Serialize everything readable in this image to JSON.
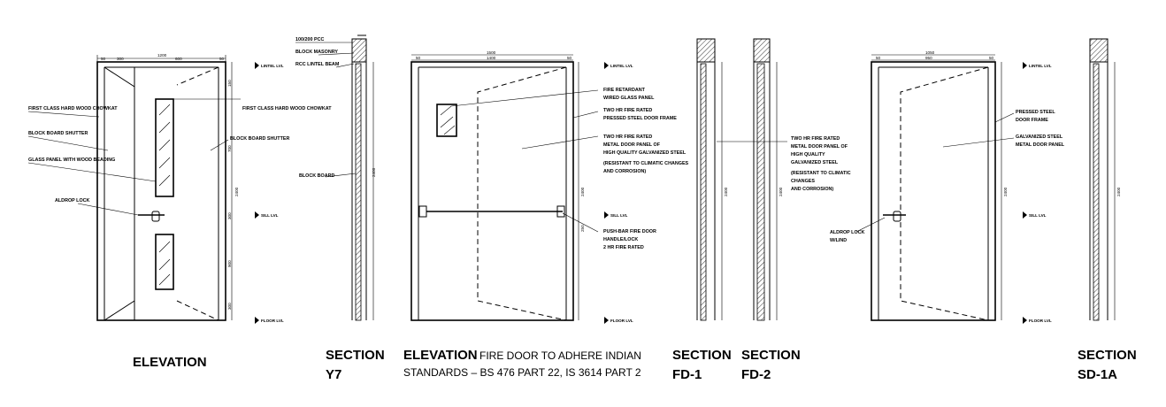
{
  "drawing_1": {
    "dims_top": [
      "50",
      "300",
      "1200",
      "600",
      "50"
    ],
    "dims_right": [
      "150",
      "700",
      "2400",
      "300",
      "900",
      "300"
    ],
    "label_frame": "FIRST CLASS HARD WOOD CHOWKAT",
    "label_shutter": "BLOCK BOARD SHUTTER",
    "label_glass": "GLASS PANEL WITH WOOD BEADING",
    "label_aldrop": "ALDROP LOCK",
    "label_frame_right": "FIRST CLASS HARD WOOD CHOWKAT",
    "label_shutter_right": "BLOCK BOARD SHUTTER",
    "level_1": "LINTEL LVL",
    "level_2": "SILL LVL",
    "level_3": "FLOOR LVL",
    "caption": "ELEVATION"
  },
  "section_y7": {
    "label_pcc": "100/200 PCC",
    "label_masonry": "BLOCK MASONRY",
    "label_rcc": "RCC LINTEL BEAM",
    "label_board": "BLOCK BOARD",
    "dim_height": "2400",
    "caption_1": "SECTION",
    "caption_2": "Y7"
  },
  "drawing_2": {
    "dims_top": [
      "1500",
      "1400",
      "50",
      "50"
    ],
    "label_wired_glass": "FIRE RETARDANT WIRED GLASS PANEL",
    "label_frame": "TWO HR FIRE RATED PRESSED STEEL DOOR FRAME",
    "label_panel": "TWO HR FIRE RATED METAL DOOR PANEL OF HIGH QUALITY GALVANIZED STEEL",
    "label_panel_note": "(RESISTANT TO CLIMATIC CHANGES AND CORROSION)",
    "label_pushbar": "PUSH-BAR FIRE DOOR HANDLE/LOCK 2 HR FIRE RATED",
    "dim_height": "2400",
    "dim_small": "250",
    "level_1": "LINTEL LVL",
    "level_2": "SILL LVL",
    "level_3": "FLOOR LVL",
    "caption": "ELEVATION",
    "note_1": "FIRE DOOR TO ADHERE INDIAN",
    "note_2": "STANDARDS – BS 476 PART 22, IS 3614 PART 2"
  },
  "section_fd1": {
    "dim_height": "2400",
    "caption_1": "SECTION",
    "caption_2": "FD-1"
  },
  "section_fd2": {
    "label_panel": "TWO HR FIRE RATED METAL DOOR PANEL OF HIGH QUALITY GALVANIZED STEEL",
    "label_panel_note": "(RESISTANT TO CLIMATIC CHANGES AND CORROSION)",
    "dim_height": "2400",
    "caption_1": "SECTION",
    "caption_2": "FD-2"
  },
  "drawing_3": {
    "dims_top": [
      "1050",
      "950",
      "50",
      "50"
    ],
    "label_frame": "PRESSED STEEL DOOR FRAME",
    "label_panel": "GALVANIZED STEEL METAL DOOR PANEL",
    "label_aldrop": "ALDROP LOCK W/LIND",
    "dim_height": "2400",
    "level_1": "LINTEL LVL",
    "level_2": "SILL LVL",
    "level_3": "FLOOR LVL"
  },
  "section_sd1a": {
    "dim_height": "2400",
    "caption_1": "SECTION",
    "caption_2": "SD-1A"
  },
  "colors": {
    "ink": "#000000",
    "paper": "#ffffff"
  }
}
